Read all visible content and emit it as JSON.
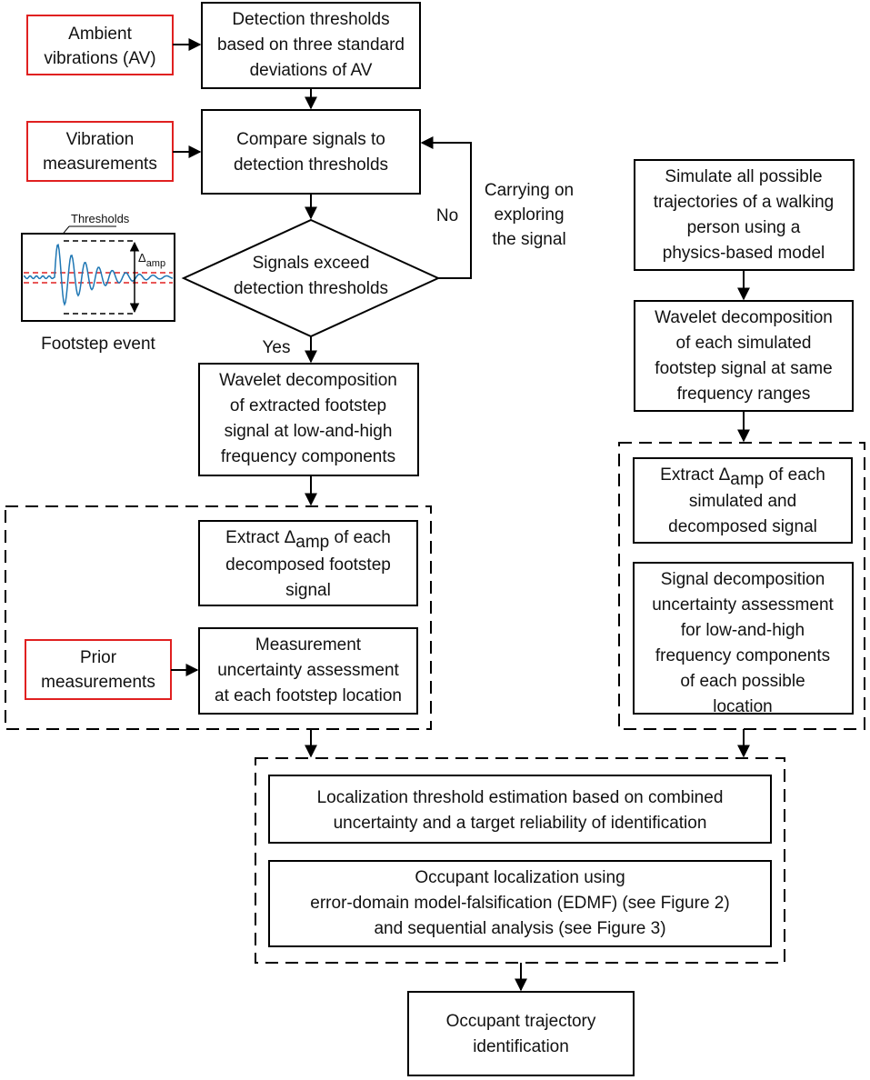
{
  "colors": {
    "input_border": "#e02020",
    "signal": "#1f77b4",
    "threshold": "#e02020"
  },
  "inputs": {
    "ambient": [
      "Ambient",
      "vibrations (AV)"
    ],
    "vibration": [
      "Vibration",
      "measurements"
    ],
    "prior": [
      "Prior",
      "measurements"
    ]
  },
  "steps": {
    "detection": [
      "Detection thresholds",
      "based on three standard",
      "deviations of AV"
    ],
    "compare": [
      "Compare signals to",
      "detection thresholds"
    ],
    "decision": [
      "Signals exceed",
      "detection thresholds"
    ],
    "wavelet_left": [
      "Wavelet decomposition",
      "of extracted footstep",
      "signal at low-and-high",
      "frequency components"
    ],
    "extract_left": [
      "of each",
      "decomposed footstep",
      "signal"
    ],
    "measurement_unc": [
      "Measurement",
      "uncertainty assessment",
      "at each footstep location"
    ],
    "simulate": [
      "Simulate all possible",
      "trajectories of a walking",
      "person using a",
      "physics-based model"
    ],
    "wavelet_right": [
      "Wavelet decomposition",
      "of each simulated",
      "footstep signal at same",
      "frequency ranges"
    ],
    "extract_right": [
      "of each",
      "simulated and",
      "decomposed signal"
    ],
    "signal_unc": [
      "Signal decomposition",
      "uncertainty assessment",
      "for low-and-high",
      "frequency components",
      "of each possible",
      "location"
    ],
    "loc_threshold": [
      "Localization threshold estimation based on combined",
      "uncertainty and a target reliability of identification"
    ],
    "occupant_loc": [
      "Occupant localization using",
      "error-domain model-falsification (EDMF) (see Figure 2)",
      "and sequential analysis (see Figure 3)"
    ],
    "trajectory": [
      "Occupant trajectory",
      "identification"
    ]
  },
  "extract_word": "Extract",
  "delta": "Δ",
  "amp": "amp",
  "labels": {
    "yes": "Yes",
    "no": "No",
    "loop": [
      "Carrying on",
      "exploring",
      "the signal"
    ],
    "footstep_event": "Footstep event",
    "thresholds": "Thresholds"
  }
}
